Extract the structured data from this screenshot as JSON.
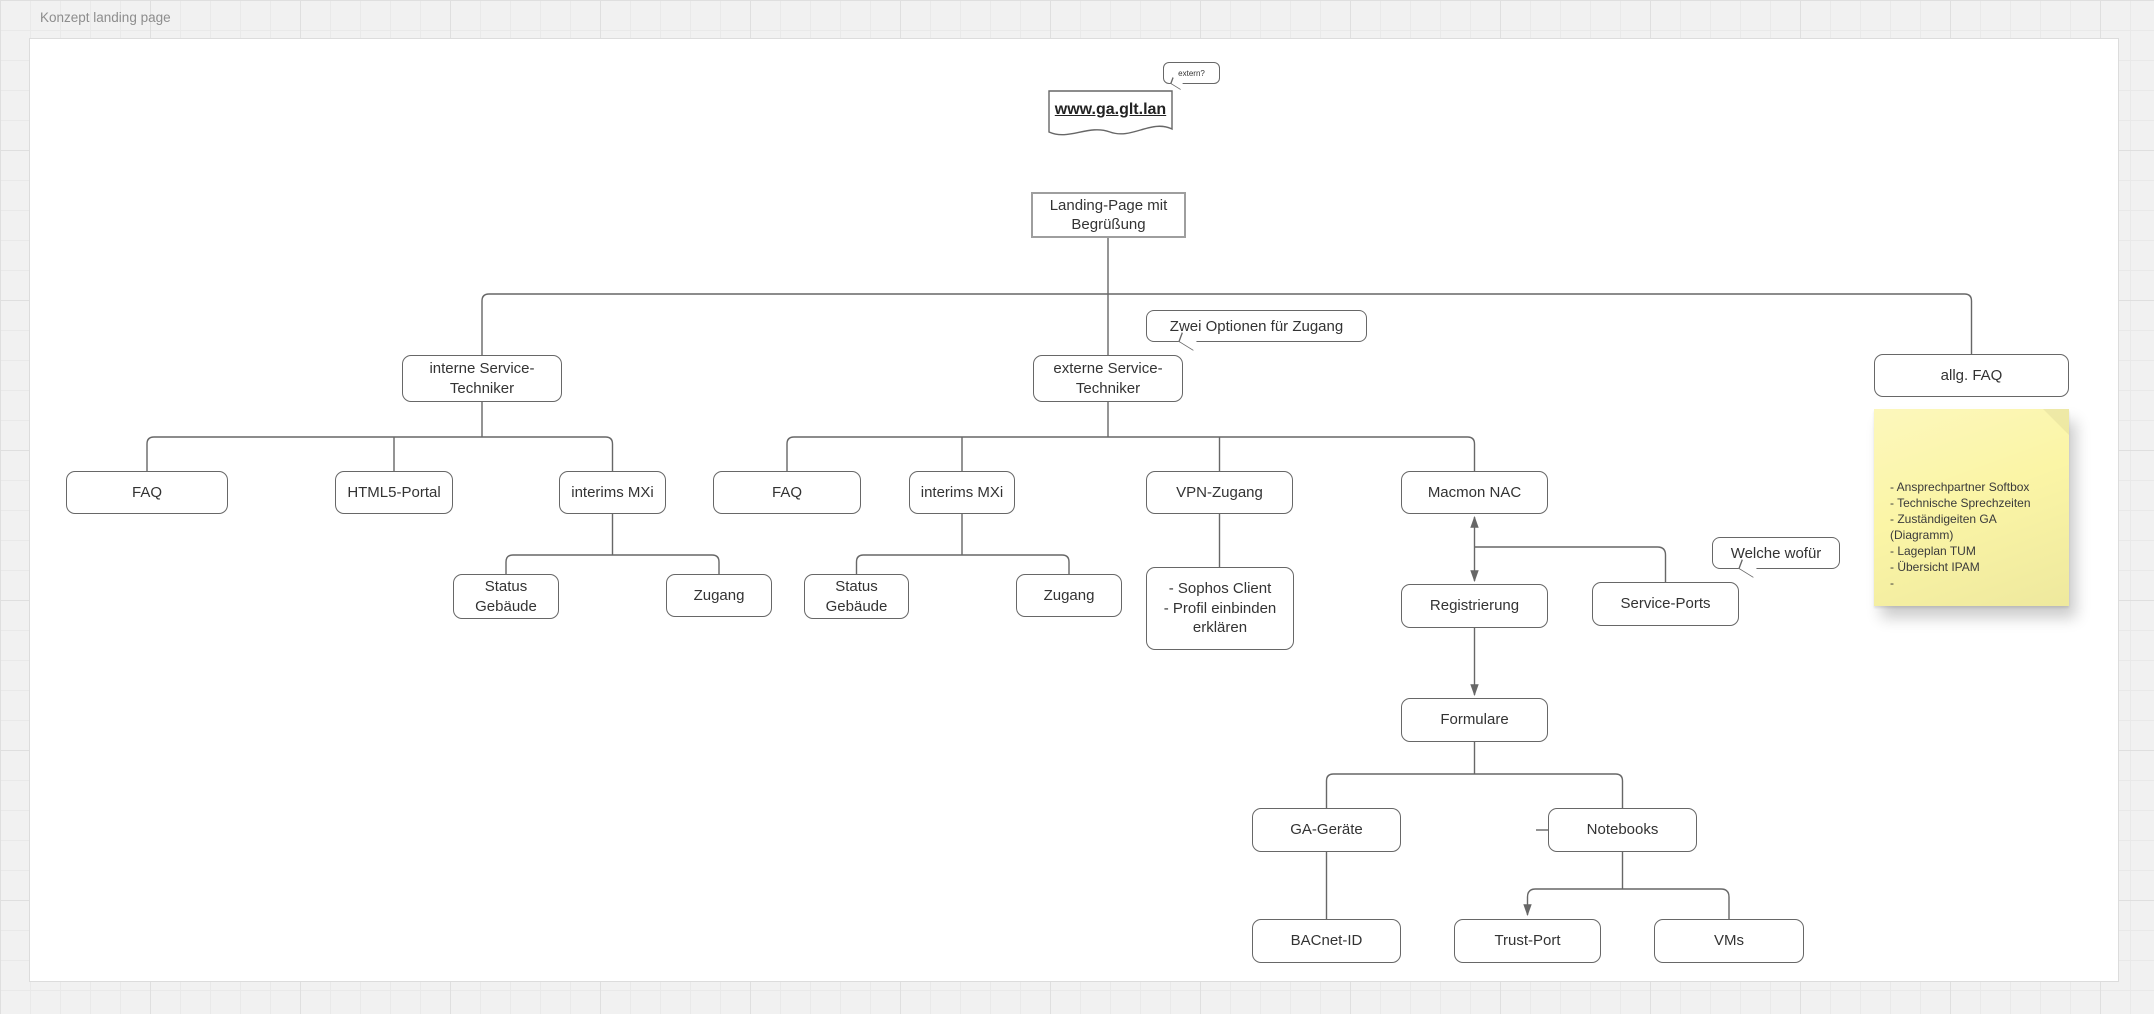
{
  "page": {
    "title": "Konzept landing page"
  },
  "colors": {
    "note_bg": "#fbf5a6",
    "connector": "#676767",
    "canvas_bg": "#ffffff"
  },
  "diagram": {
    "doc": {
      "label": "www.ga.glt.lan"
    },
    "callouts": {
      "extern": "extern?",
      "zwei_optionen": "Zwei Optionen für Zugang",
      "welche_wofuer": "Welche wofür"
    },
    "nodes": {
      "landing": "Landing-Page mit Begrüßung",
      "interne": "interne Service-Techniker",
      "externe": "externe Service-Techniker",
      "allg_faq": "allg. FAQ",
      "faq_left": "FAQ",
      "html5_portal": "HTML5-Portal",
      "interims_mxi_left": "interims MXi",
      "faq_mid": "FAQ",
      "interims_mxi_mid": "interims MXi",
      "vpn_zugang": "VPN-Zugang",
      "macmon_nac": "Macmon NAC",
      "status_gebaeude_left": "Status Gebäude",
      "zugang_left": "Zugang",
      "status_gebaeude_mid": "Status Gebäude",
      "zugang_mid": "Zugang",
      "sophos": "- Sophos Client\n- Profil einbinden erklären",
      "registrierung": "Registrierung",
      "service_ports": "Service-Ports",
      "formulare": "Formulare",
      "ga_geraete": "GA-Geräte",
      "notebooks": "Notebooks",
      "bacnet_id": "BACnet-ID",
      "trust_port": "Trust-Port",
      "vms": "VMs"
    },
    "note": {
      "text": "- Ansprechpartner Softbox\n- Technische Sprechzeiten\n- Zuständigeiten GA (Diagramm)\n- Lageplan TUM\n- Übersicht IPAM\n-"
    }
  }
}
